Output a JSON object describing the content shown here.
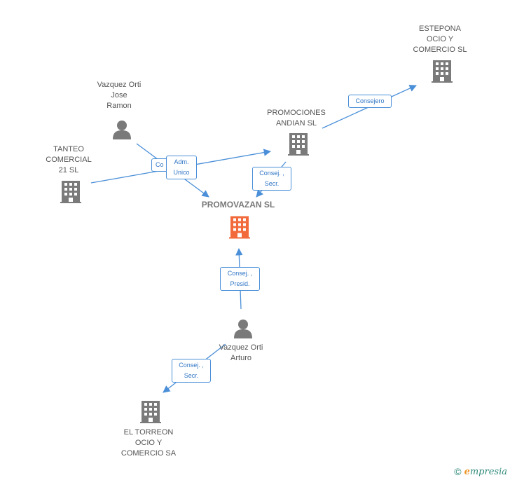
{
  "colors": {
    "edge": "#4a8fd8",
    "building": "#7a7a7a",
    "building_main": "#f26a3c",
    "person": "#7a7a7a"
  },
  "nodes": {
    "estepona": {
      "label": "ESTEPONA\nOCIO Y\nCOMERCIO SL",
      "icon": "building-icon"
    },
    "vazquez_jose": {
      "label": "Vazquez Orti\nJose\nRamon",
      "icon": "person-icon"
    },
    "promociones": {
      "label": "PROMOCIONES\nANDIAN SL",
      "icon": "building-icon"
    },
    "tanteo": {
      "label": "TANTEO\nCOMERCIAL\n21 SL",
      "icon": "building-icon"
    },
    "promovazan": {
      "label": "PROMOVAZAN SL",
      "icon": "building-icon"
    },
    "vazquez_arturo": {
      "label": "Vazquez Orti\nArturo",
      "icon": "person-icon"
    },
    "torreon": {
      "label": "EL TORREON\nOCIO Y\nCOMERCIO SA",
      "icon": "building-icon"
    }
  },
  "edges": {
    "consejero": "Consejero",
    "co_partial": "Co",
    "adm_unico": "Adm.\nUnico",
    "consej_secr_top": "Consej. ,\nSecr.",
    "consej_presid": "Consej. ,\nPresid.",
    "consej_secr_bottom": "Consej. ,\nSecr."
  },
  "footer": {
    "copyright": "©",
    "brand_e": "e",
    "brand_rest": "mpresia"
  }
}
